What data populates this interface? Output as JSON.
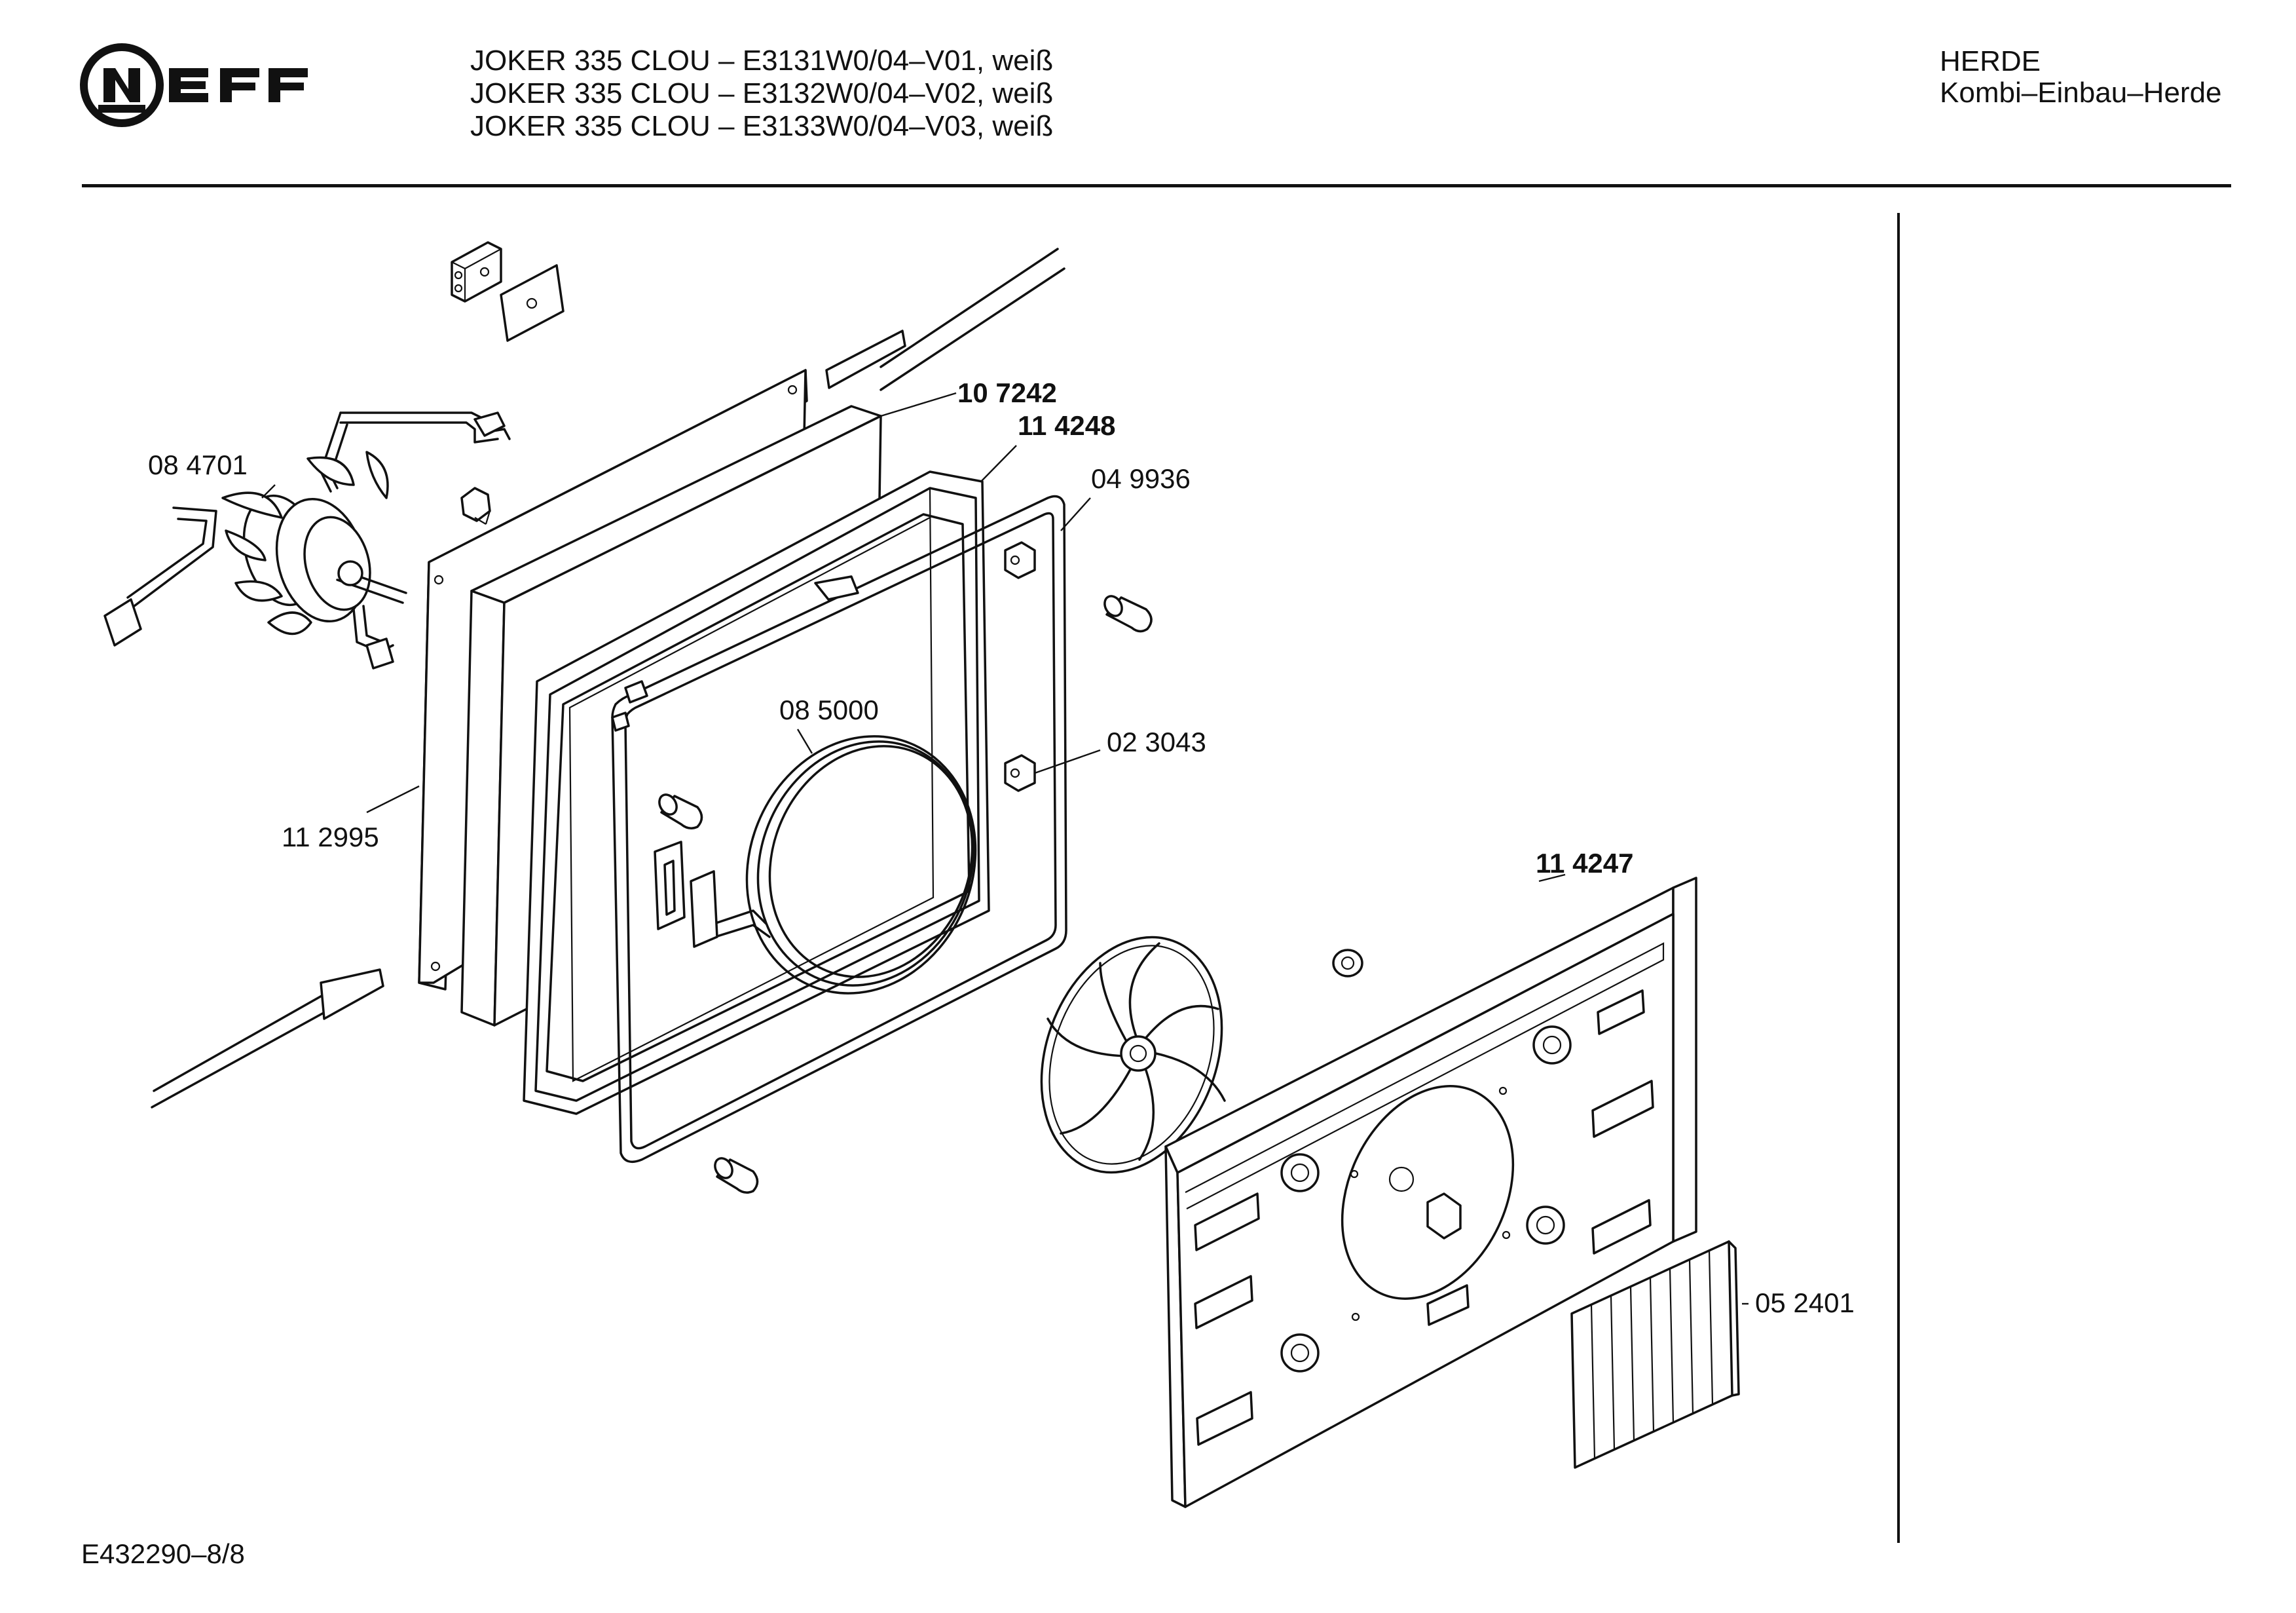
{
  "brand": {
    "name": "NEFF"
  },
  "header": {
    "models": [
      "JOKER 335 CLOU – E3131W0/04–V01, weiß",
      "JOKER 335 CLOU – E3132W0/04–V02, weiß",
      "JOKER 335 CLOU – E3133W0/04–V03, weiß"
    ],
    "category": "HERDE",
    "subcategory": "Kombi–Einbau–Herde"
  },
  "parts": [
    {
      "number": "10 7242",
      "bold": true
    },
    {
      "number": "11 4248",
      "bold": true
    },
    {
      "number": "08 4701",
      "bold": false
    },
    {
      "number": "04 9936",
      "bold": false
    },
    {
      "number": "08 5000",
      "bold": false
    },
    {
      "number": "02 3043",
      "bold": false
    },
    {
      "number": "11 2995",
      "bold": false
    },
    {
      "number": "11 4247",
      "bold": true
    },
    {
      "number": "05 2401",
      "bold": false
    }
  ],
  "footer": {
    "code": "E432290–8/8"
  },
  "colors": {
    "ink": "#111111",
    "paper": "#ffffff"
  }
}
